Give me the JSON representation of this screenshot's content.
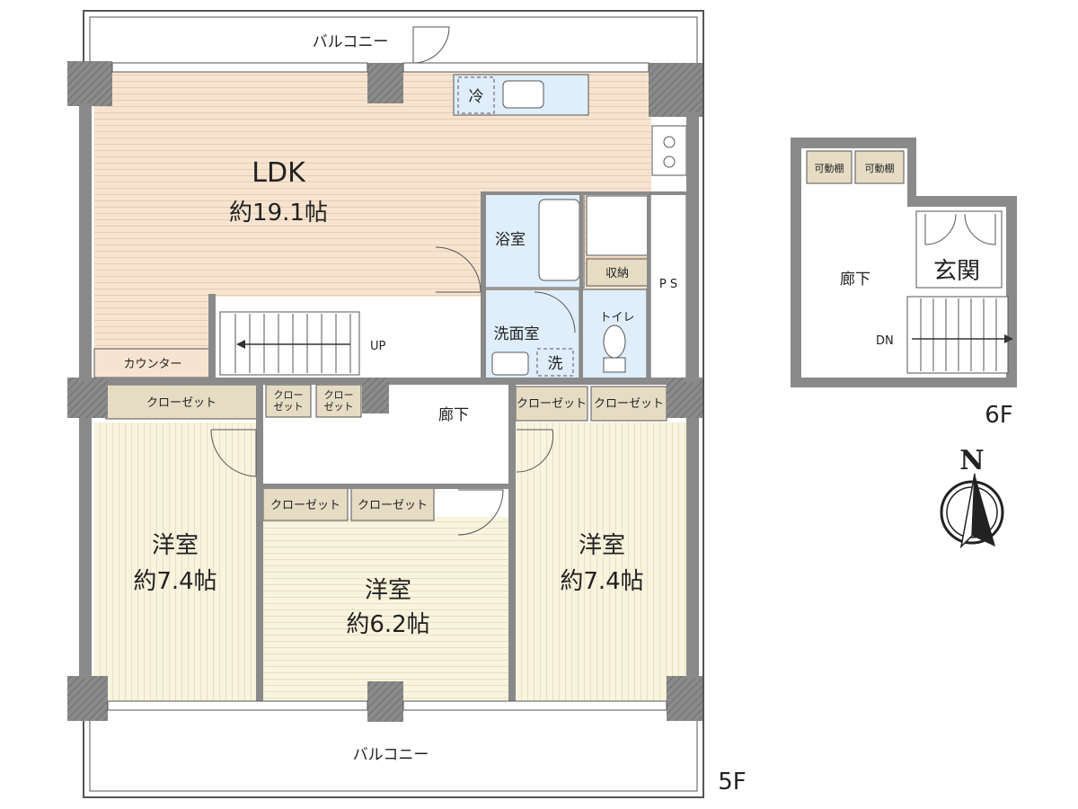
{
  "balcony_top": "バルコニー",
  "balcony_bottom": "バルコニー",
  "floor_5": "5F",
  "floor_6": "6F",
  "ldk": {
    "name": "LDK",
    "size": "約19.1帖"
  },
  "fridge": "冷",
  "bath": "浴室",
  "storage": "収納",
  "ps": "P S",
  "washroom": "洗面室",
  "washer": "洗",
  "toilet": "トイレ",
  "counter": "カウンター",
  "up": "UP",
  "dn": "DN",
  "hallway_5f": "廊下",
  "hallway_6f": "廊下",
  "entrance": "玄関",
  "shelf1": "可動棚",
  "shelf2": "可動棚",
  "closet_labels": {
    "left_top": "クローゼット",
    "small1": "クロー\nゼット",
    "small2": "クロー\nゼット",
    "right1": "クローゼット",
    "right2": "クローゼット",
    "mid1": "クローゼット",
    "mid2": "クローゼット"
  },
  "room_left": {
    "name": "洋室",
    "size": "約7.4帖"
  },
  "room_mid": {
    "name": "洋室",
    "size": "約6.2帖"
  },
  "room_right": {
    "name": "洋室",
    "size": "約7.4帖"
  },
  "compass": "N",
  "colors": {
    "wall": "#8a8a8a",
    "floor_ldk": "#f7e4d0",
    "floor_room": "#f8f4df",
    "closet": "#e6dcc4",
    "wet": "#dfeefa",
    "window": "#ffffff"
  }
}
